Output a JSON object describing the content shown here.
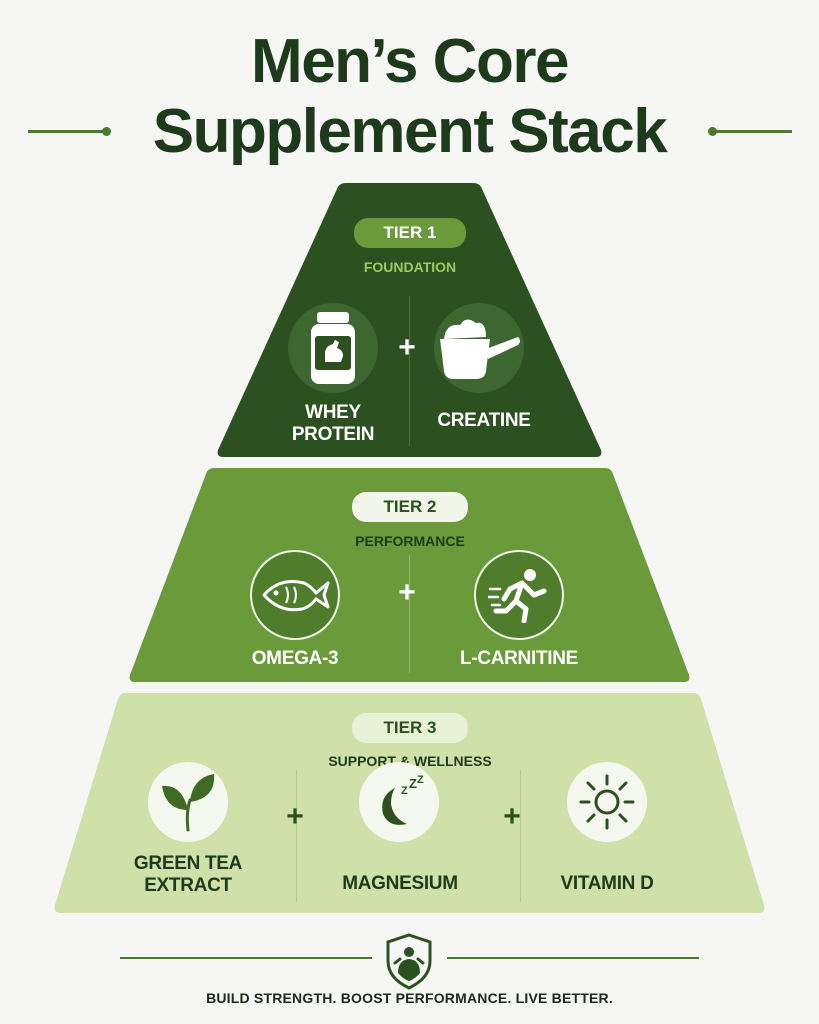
{
  "title": {
    "line1": "Men’s Core",
    "line2": "Supplement Stack"
  },
  "tiers": [
    {
      "badge": "TIER 1",
      "subtitle": "FOUNDATION",
      "color": "#2c5020",
      "items": [
        {
          "label_l1": "WHEY",
          "label_l2": "PROTEIN",
          "icon": "protein-tub-icon"
        },
        {
          "label_l1": "CREATINE",
          "label_l2": "",
          "icon": "powder-scoop-icon"
        }
      ]
    },
    {
      "badge": "TIER 2",
      "subtitle": "PERFORMANCE",
      "color": "#6a9a3a",
      "items": [
        {
          "label_l1": "OMEGA-3",
          "icon": "fish-icon"
        },
        {
          "label_l1": "L-CARNITINE",
          "icon": "runner-icon"
        }
      ]
    },
    {
      "badge": "TIER 3",
      "subtitle": "SUPPORT & WELLNESS",
      "color": "#cfe0a8",
      "items": [
        {
          "label_l1": "GREEN TEA",
          "label_l2": "EXTRACT",
          "icon": "tea-leaf-icon"
        },
        {
          "label_l1": "MAGNESIUM",
          "icon": "moon-sleep-icon"
        },
        {
          "label_l1": "VITAMIN D",
          "icon": "sun-icon"
        }
      ]
    }
  ],
  "plus_symbol": "+",
  "footer": "BUILD STRENGTH. BOOST PERFORMANCE. LIVE BETTER.",
  "colors": {
    "dark_green": "#2c5020",
    "mid_green": "#6a9a3a",
    "light_green": "#cfe0a8",
    "title": "#1d3a1a"
  }
}
